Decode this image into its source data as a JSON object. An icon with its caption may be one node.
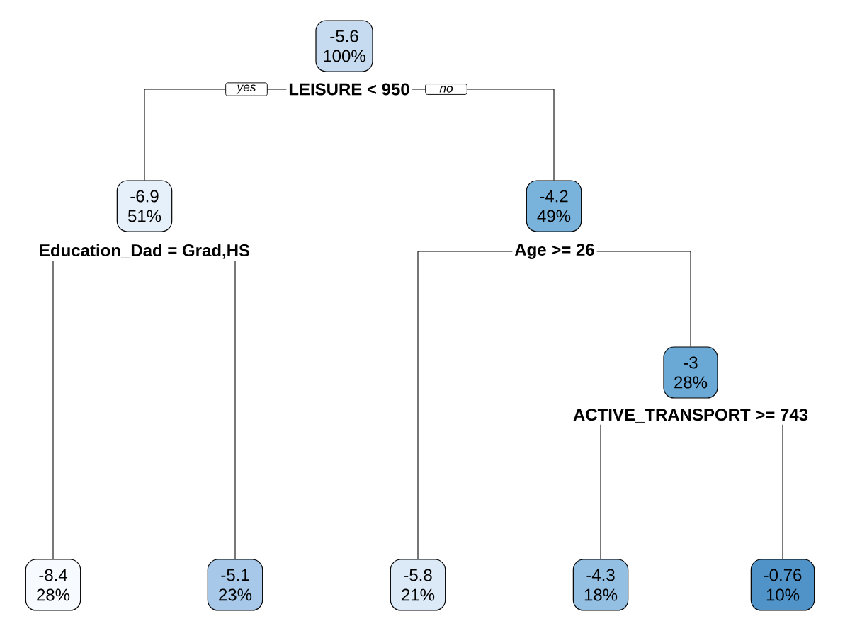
{
  "diagram": {
    "nodes": [
      {
        "text": [
          "-5.6",
          "100%"
        ]
      },
      {
        "text": [
          "LEISURE < 950"
        ]
      },
      {
        "text": [
          "-6.9",
          "51%"
        ]
      },
      {
        "text": [
          "-4.2",
          "49%"
        ]
      },
      {
        "text": [
          "Education_Dad = Grad,HS"
        ]
      },
      {
        "text": [
          "Age >= 26"
        ]
      },
      {
        "text": [
          "-3",
          "28%"
        ]
      },
      {
        "text": [
          "ACTIVE_TRANSPORT >= 743"
        ]
      },
      {
        "text": [
          "-8.4",
          "28%"
        ]
      },
      {
        "text": [
          "-5.1",
          "23%"
        ]
      },
      {
        "text": [
          "-5.8",
          "21%"
        ]
      },
      {
        "text": [
          "-4.3",
          "18%"
        ]
      },
      {
        "text": [
          "-0.76",
          "10%"
        ]
      }
    ],
    "edges": [
      {
        "from": 1,
        "to": 2,
        "arrow": "none",
        "label": "yes"
      },
      {
        "from": 1,
        "to": 3,
        "arrow": "none",
        "label": "no"
      },
      {
        "from": 4,
        "to": 8,
        "arrow": "none"
      },
      {
        "from": 4,
        "to": 9,
        "arrow": "none"
      },
      {
        "from": 5,
        "to": 10,
        "arrow": "none"
      },
      {
        "from": 5,
        "to": 6,
        "arrow": "none"
      },
      {
        "from": 7,
        "to": 11,
        "arrow": "none"
      },
      {
        "from": 7,
        "to": 12,
        "arrow": "none"
      }
    ]
  }
}
